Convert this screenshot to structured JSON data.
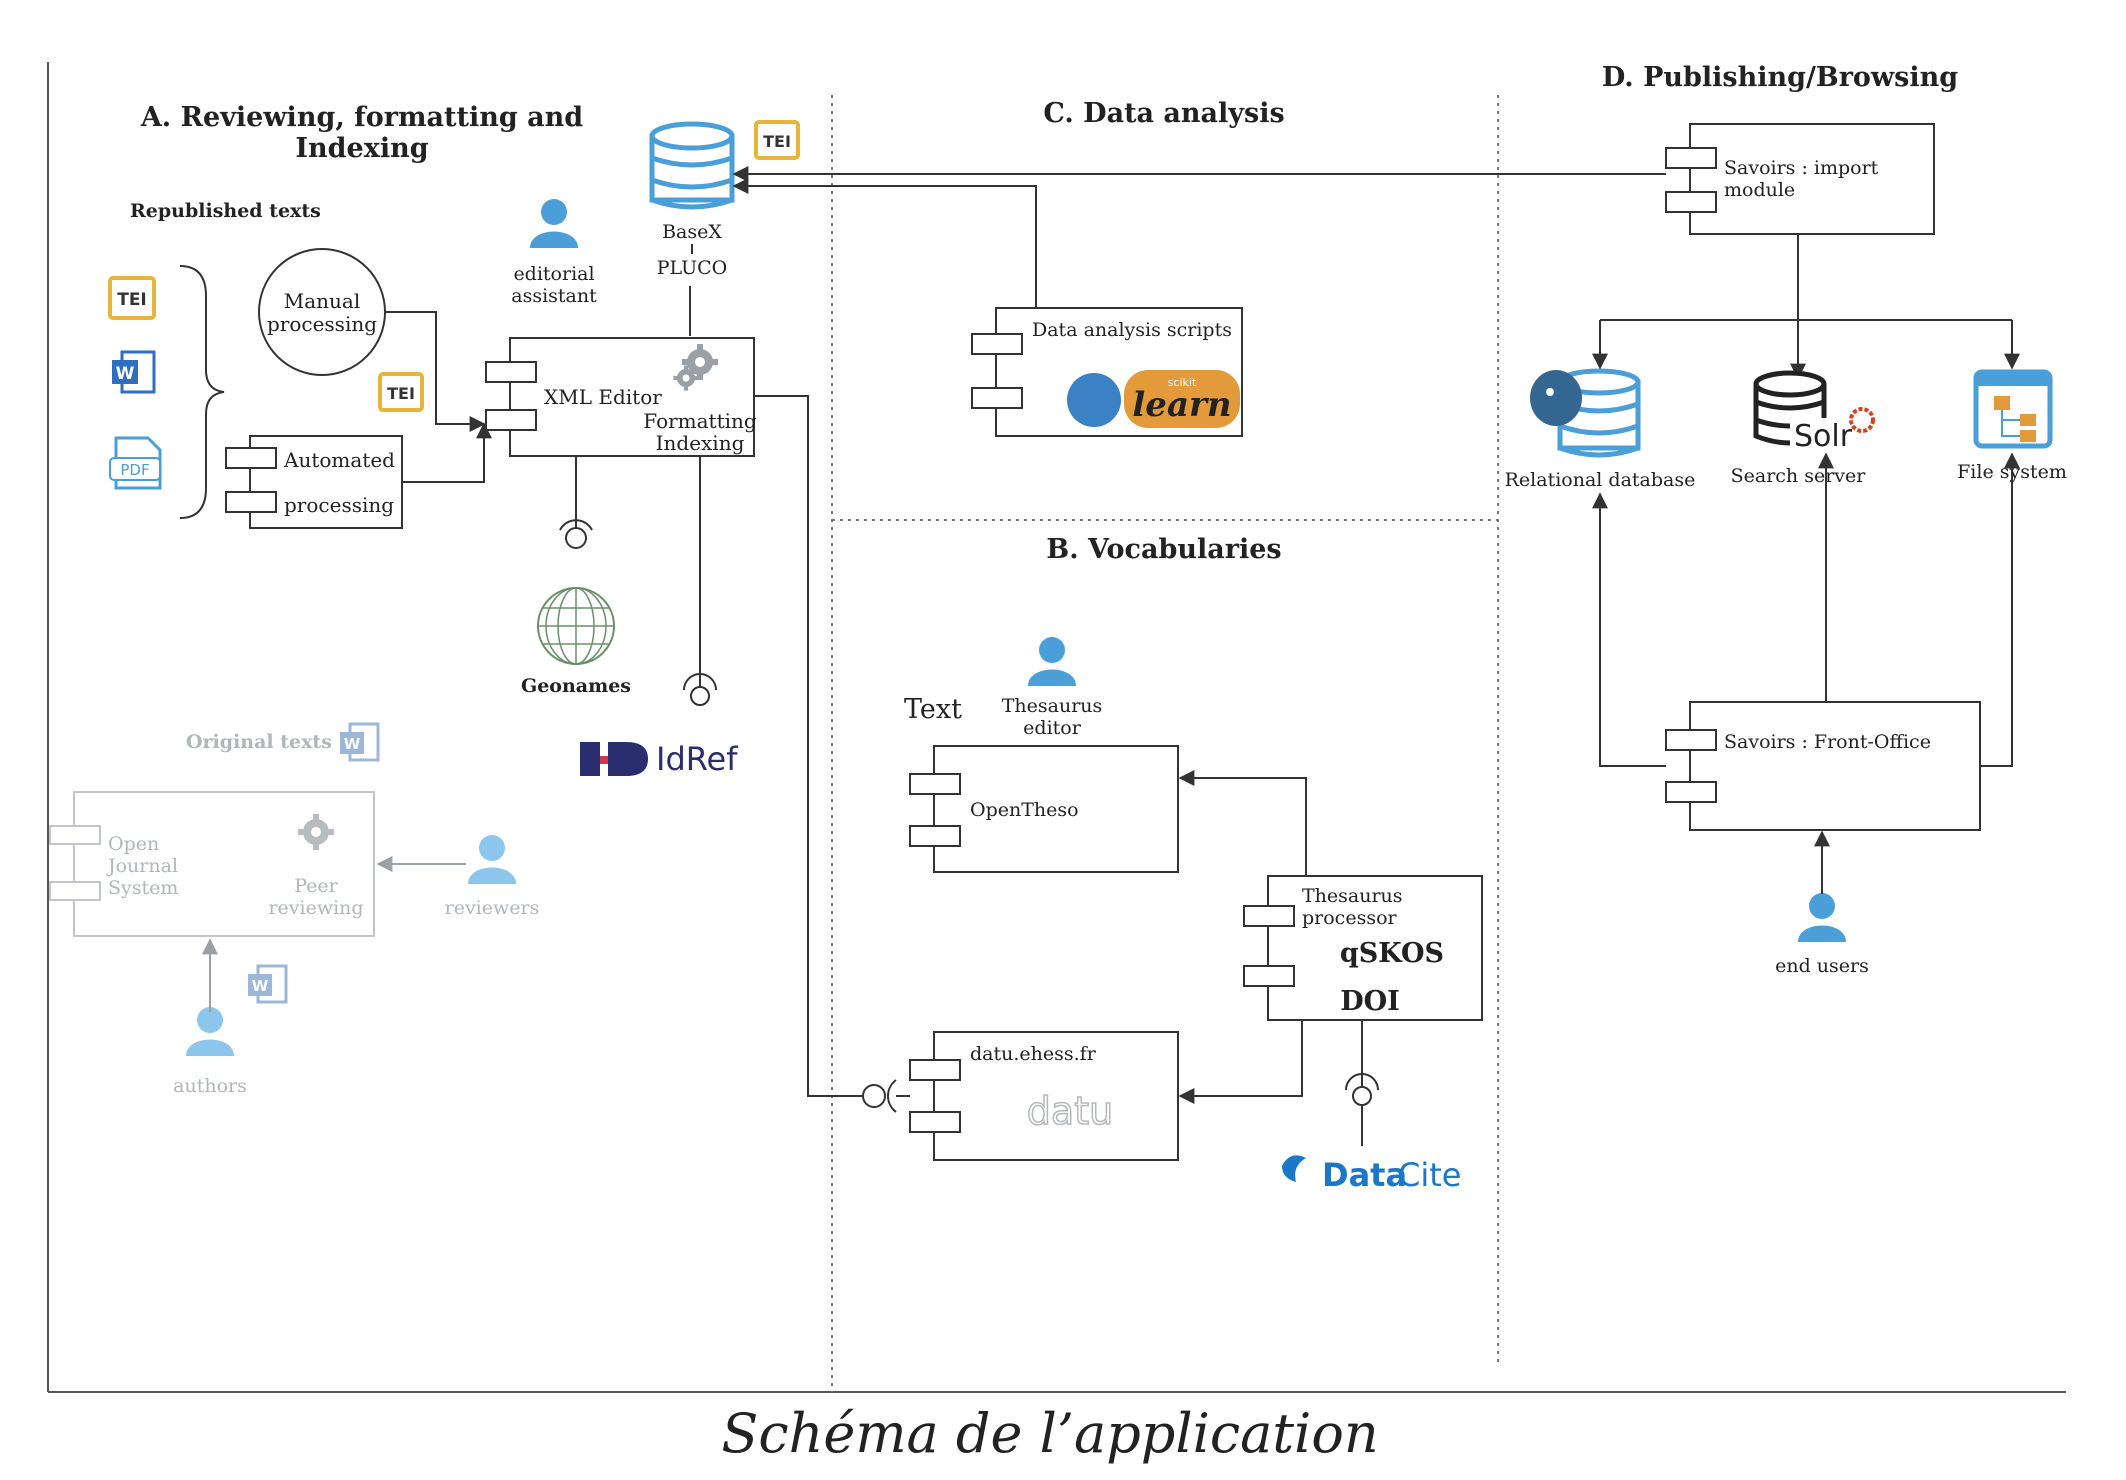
{
  "sections": {
    "a_title_line1": "A. Reviewing, formatting and",
    "a_title_line2": "Indexing",
    "b_title": "B. Vocabularies",
    "c_title": "C. Data analysis",
    "d_title": "D. Publishing/Browsing"
  },
  "section_a": {
    "republished_texts": "Republished texts",
    "manual_processing_1": "Manual",
    "manual_processing_2": "processing",
    "automated_1": "Automated",
    "automated_2": "processing",
    "xml_editor": "XML Editor",
    "formatting": "Formatting",
    "indexing": "Indexing",
    "editorial_1": "editorial",
    "editorial_2": "assistant",
    "basex": "BaseX",
    "pluco": "PLUCO",
    "geonames": "Geonames",
    "idref": "IdRef",
    "tei": "TEI",
    "word": "W",
    "pdf": "PDF",
    "original_texts": "Original texts",
    "ojs_1": "Open",
    "ojs_2": "Journal",
    "ojs_3": "System",
    "peer_1": "Peer",
    "peer_2": "reviewing",
    "reviewers": "reviewers",
    "authors": "authors"
  },
  "section_c": {
    "scripts": "Data analysis scripts",
    "scikit": "scikit",
    "learn": "learn"
  },
  "section_b": {
    "text": "Text",
    "thesaurus_editor_1": "Thesaurus",
    "thesaurus_editor_2": "editor",
    "opentheso": "OpenTheso",
    "processor_1": "Thesaurus",
    "processor_2": "processor",
    "qskos": "qSKOS",
    "doi": "DOI",
    "datu_label": "datu.ehess.fr",
    "datu_logo": "datu",
    "datacite_1": "Data",
    "datacite_2": "Cite"
  },
  "section_d": {
    "import_1": "Savoirs : import",
    "import_2": "module",
    "relational": "Relational database",
    "search": "Search server",
    "solr": "Solr",
    "filesystem": "File system",
    "frontoffice": "Savoirs : Front-Office",
    "end_users": "end users"
  },
  "caption": "Schéma de l’application",
  "colors": {
    "accent_blue": "#4a9fd8",
    "tei_yellow": "#e9b43a",
    "word_blue": "#2f6fc2",
    "scikit_orange": "#e39a3b",
    "scikit_blue": "#3b82c4",
    "idref_navy": "#2a2e6e",
    "idref_red": "#d1364a",
    "datacite_blue": "#1b78c9"
  }
}
